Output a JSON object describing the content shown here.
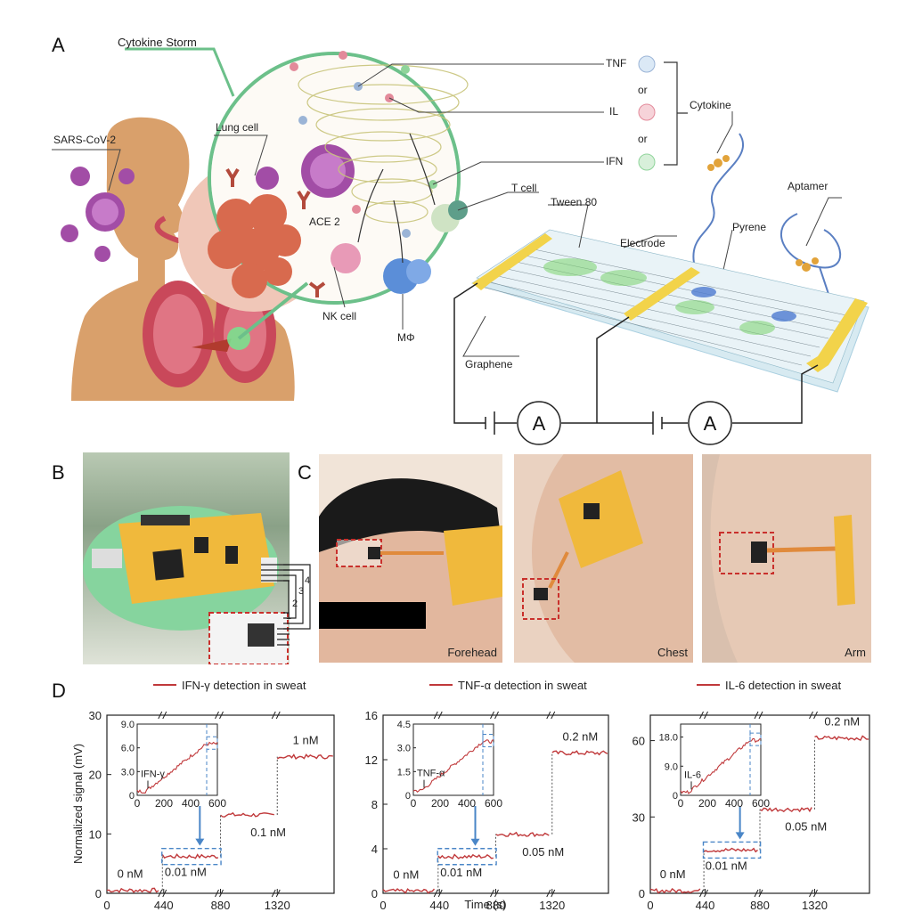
{
  "panels": {
    "a": "A",
    "b": "B",
    "c": "C",
    "d": "D"
  },
  "panelA": {
    "cytokine_storm": "Cytokine Storm",
    "sars": "SARS-CoV-2",
    "lung_cell": "Lung cell",
    "ace2": "ACE 2",
    "nk_cell": "NK cell",
    "mphi": "MΦ",
    "t_cell": "T cell",
    "tnf": "TNF",
    "il": "IL",
    "ifn": "IFN",
    "or1": "or",
    "or2": "or",
    "cytokine": "Cytokine",
    "aptamer": "Aptamer",
    "tween": "Tween 80",
    "electrode": "Electrode",
    "pyrene": "Pyrene",
    "graphene": "Graphene",
    "ammeter1": "A",
    "ammeter2": "A",
    "colors": {
      "body": "#d9a06b",
      "storm_green": "#6cc08a",
      "lung": "#c9485a",
      "virus": "#a24da6",
      "electrode": "#f2d34a"
    }
  },
  "panelB": {
    "pins": [
      "4",
      "3",
      "2",
      "1"
    ]
  },
  "panelC": {
    "captions": [
      "Forehead",
      "Chest",
      "Arm"
    ]
  },
  "panelD": {
    "ylabel": "Normalized signal (mV)",
    "xlabel": "Time (s)",
    "series_color": "#c0393b"
  },
  "chart_data": [
    {
      "type": "line",
      "legend": "IFN-γ detection in sweat",
      "xlim": [
        0,
        1760
      ],
      "ylim": [
        0,
        30
      ],
      "x_ticks": [
        "0",
        "440",
        "880",
        "1320"
      ],
      "y_ticks": [
        "0",
        "10",
        "20",
        "30"
      ],
      "steps": [
        {
          "label": "0 nM",
          "value": 0.5
        },
        {
          "label": "0.01 nM",
          "value": 6.2
        },
        {
          "label": "0.1 nM",
          "value": 13.2
        },
        {
          "label": "1 nM",
          "value": 23.0
        }
      ],
      "inset": {
        "x_ticks": [
          "0",
          "200",
          "400",
          "600"
        ],
        "y_ticks": [
          "0",
          "3.0",
          "6.0",
          "9.0"
        ],
        "ylim": [
          0,
          9
        ],
        "start": 0.5,
        "end": 6.5,
        "annotation": "IFN-γ"
      }
    },
    {
      "type": "line",
      "legend": "TNF-α detection in sweat",
      "xlim": [
        0,
        1760
      ],
      "ylim": [
        0,
        16
      ],
      "x_ticks": [
        "0",
        "440",
        "880",
        "1320"
      ],
      "y_ticks": [
        "0",
        "4",
        "8",
        "12",
        "16"
      ],
      "steps": [
        {
          "label": "0 nM",
          "value": 0.2
        },
        {
          "label": "0.01 nM",
          "value": 3.3
        },
        {
          "label": "0.05 nM",
          "value": 5.3
        },
        {
          "label": "0.2 nM",
          "value": 12.6
        }
      ],
      "inset": {
        "x_ticks": [
          "0",
          "200",
          "400",
          "600"
        ],
        "y_ticks": [
          "0",
          "1.5",
          "3.0",
          "4.5"
        ],
        "ylim": [
          0,
          4.5
        ],
        "start": 0.3,
        "end": 3.4,
        "annotation": "TNF-α"
      }
    },
    {
      "type": "line",
      "legend": "IL-6 detection in sweat",
      "xlim": [
        0,
        1760
      ],
      "ylim": [
        0,
        70
      ],
      "x_ticks": [
        "0",
        "440",
        "880",
        "1320"
      ],
      "y_ticks": [
        "0",
        "30",
        "60"
      ],
      "steps": [
        {
          "label": "0 nM",
          "value": 1
        },
        {
          "label": "0.01 nM",
          "value": 17
        },
        {
          "label": "0.05 nM",
          "value": 33
        },
        {
          "label": "0.2 nM",
          "value": 61
        }
      ],
      "inset": {
        "x_ticks": [
          "0",
          "200",
          "400",
          "600"
        ],
        "y_ticks": [
          "0",
          "9.0",
          "18.0"
        ],
        "ylim": [
          0,
          22
        ],
        "start": 1,
        "end": 17,
        "annotation": "IL-6"
      }
    }
  ]
}
